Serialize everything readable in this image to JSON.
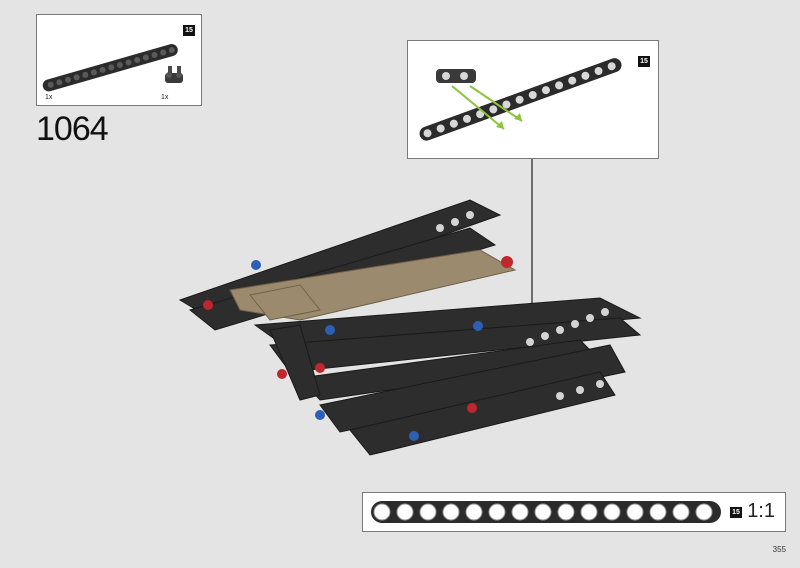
{
  "step": {
    "number": "1064"
  },
  "parts_list": [
    {
      "name": "technic-beam-15",
      "qty": "1x",
      "length_badge": "15"
    },
    {
      "name": "technic-connector-pin",
      "qty": "1x"
    }
  ],
  "callout": {
    "length_badge": "15"
  },
  "scale": {
    "length_badge": "15",
    "ratio": "1:1",
    "holes": 15
  },
  "page": {
    "number": "355"
  },
  "colors": {
    "background": "#e4e4e4",
    "beam": "#2b2b2b",
    "tan": "#9c8a6e",
    "arrow": "#8cc43c"
  }
}
